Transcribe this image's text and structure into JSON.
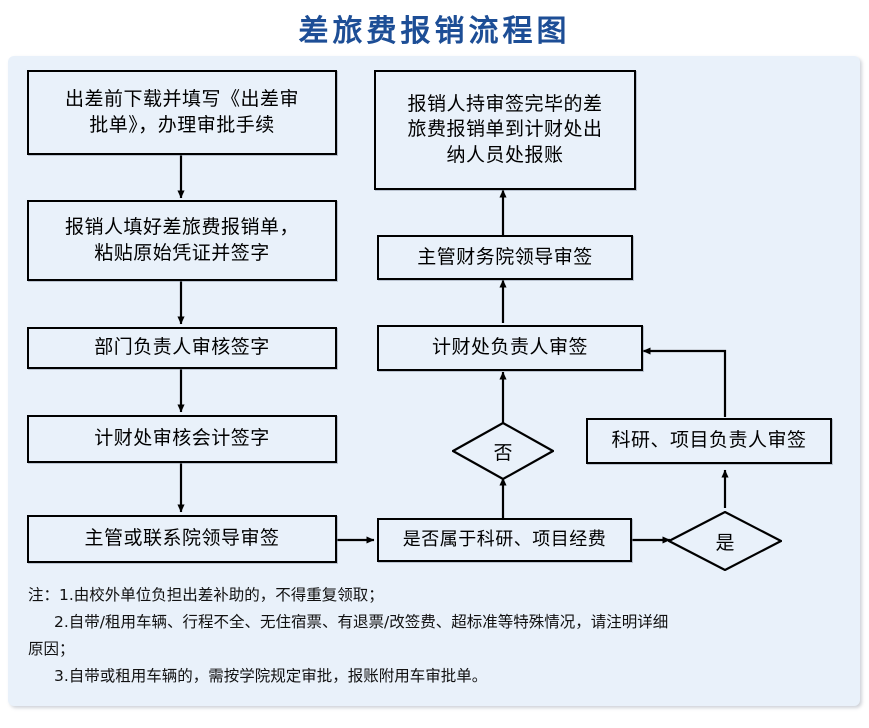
{
  "title": "差旅费报销流程图",
  "colors": {
    "title": "#1d4e96",
    "panel_background": "#e9f1fa",
    "node_border": "#000000",
    "connector": "#000000"
  },
  "flow": {
    "left_column": [
      {
        "id": "n1",
        "label": "出差前下载并填写《出差审\n批单》，办理审批手续"
      },
      {
        "id": "n2",
        "label": "报销人填好差旅费报销单，\n粘贴原始凭证并签字"
      },
      {
        "id": "n3",
        "label": "部门负责人审核签字"
      },
      {
        "id": "n4",
        "label": "计财处审核会计签字"
      },
      {
        "id": "n5",
        "label": "主管或联系院领导审签"
      }
    ],
    "right_column": [
      {
        "id": "n6",
        "label": "报销人持审签完毕的差\n旅费报销单到计财处出\n纳人员处报账"
      },
      {
        "id": "n7",
        "label": "主管财务院领导审签"
      },
      {
        "id": "n8",
        "label": "计财处负责人审签"
      },
      {
        "id": "n9",
        "label": "科研、项目负责人审签"
      }
    ],
    "decisions": [
      {
        "id": "d1",
        "label": "是否属于科研、项目经费",
        "shape": "rect"
      },
      {
        "id": "d2",
        "label": "否",
        "shape": "diamond"
      },
      {
        "id": "d3",
        "label": "是",
        "shape": "diamond"
      }
    ]
  },
  "notes": {
    "line1": "注：1.由校外单位负担出差补助的，不得重复领取；",
    "line2": "2.自带/租用车辆、行程不全、无住宿票、有退票/改签费、超标准等特殊情况，请注明详细",
    "line3": "原因；",
    "line4": "3.自带或租用车辆的，需按学院规定审批，报账附用车审批单。"
  }
}
